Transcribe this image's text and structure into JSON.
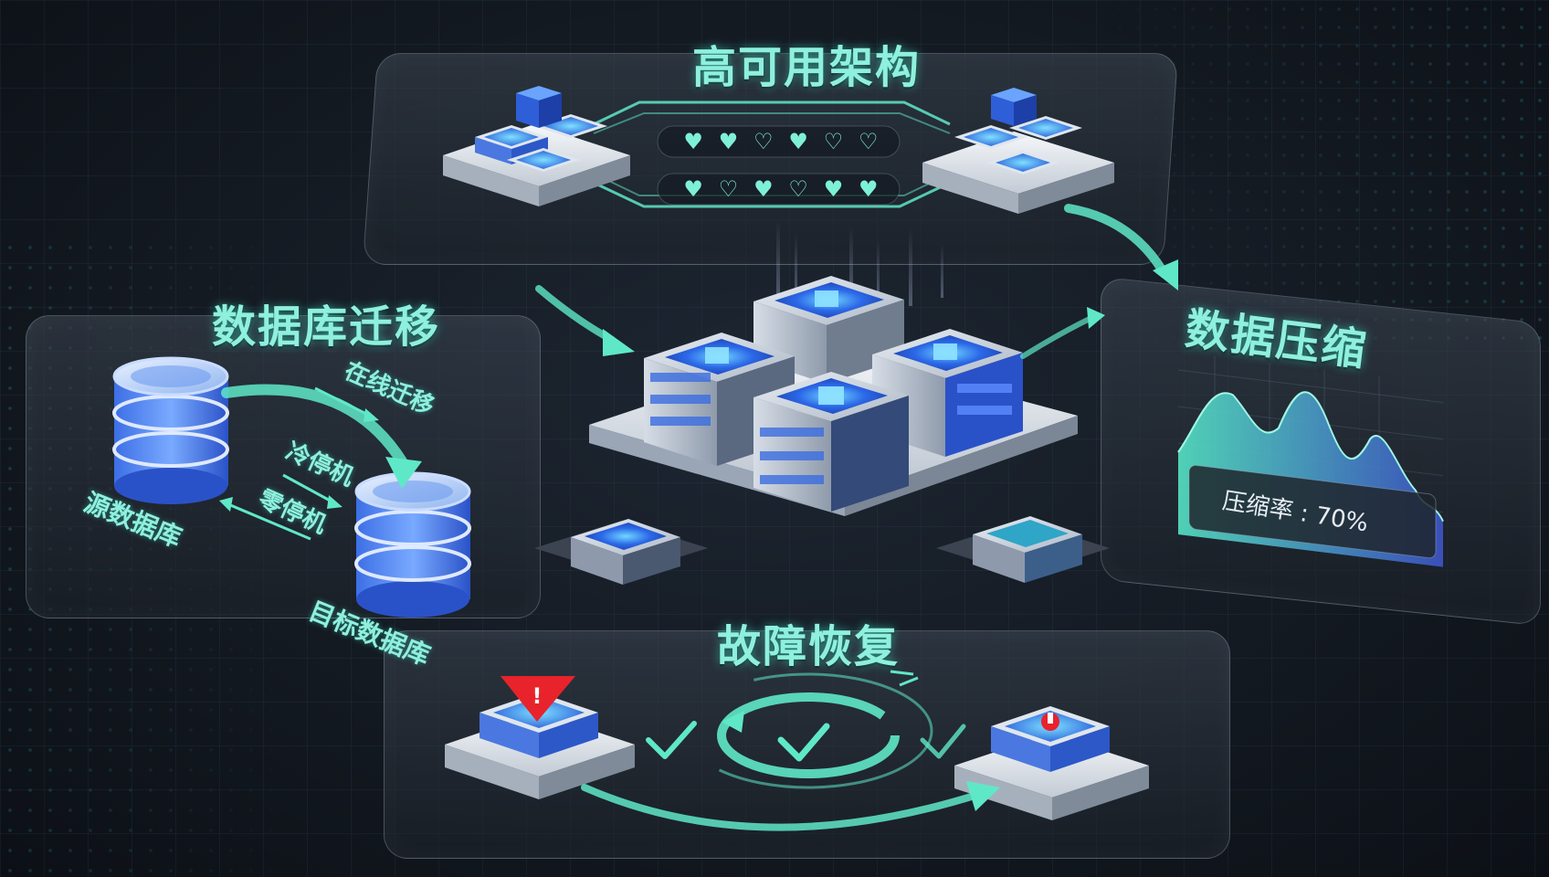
{
  "sections": {
    "high_availability": {
      "title": "高可用架构"
    },
    "migration": {
      "title": "数据库迁移",
      "online": "在线迁移",
      "cold": "冷停机",
      "zero": "零停机",
      "source": "源数据库",
      "target": "目标数据库"
    },
    "compression": {
      "title": "数据压缩",
      "rate_label": "压缩率 : 70%"
    },
    "recovery": {
      "title": "故障恢复"
    }
  },
  "colors": {
    "accent": "#5fe8c8",
    "server_blue": "#2a62e8",
    "alert": "#e8232b"
  }
}
